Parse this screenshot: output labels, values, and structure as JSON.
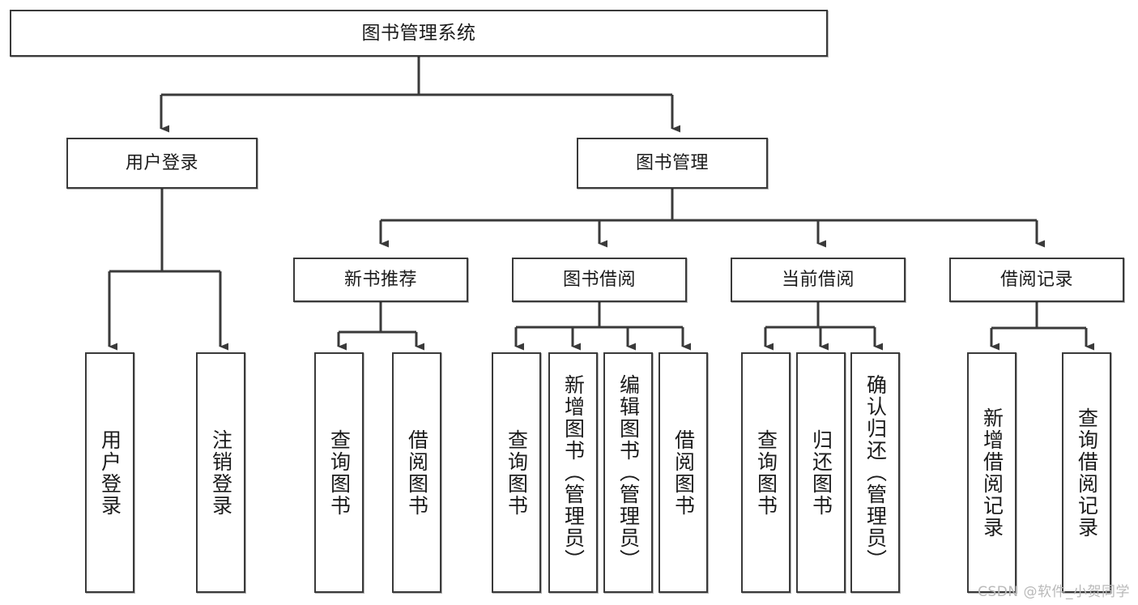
{
  "diagram": {
    "title": "图书管理系统",
    "type": "tree-hierarchy",
    "watermark": "CSDN @软件_小贺同学",
    "colors": {
      "background": "#ffffff",
      "node_fill": "#ffffff",
      "node_border": "#3a3a3a",
      "edge": "#3a3a3a",
      "text": "#1b1b1b",
      "watermark": "#b9b9b9"
    },
    "nodes": {
      "root": {
        "label": "图书管理系统"
      },
      "level2": [
        {
          "id": "user-login",
          "label": "用户登录"
        },
        {
          "id": "book-manage",
          "label": "图书管理"
        }
      ],
      "level3": [
        {
          "id": "new-book-recommend",
          "label": "新书推荐"
        },
        {
          "id": "book-borrow",
          "label": "图书借阅"
        },
        {
          "id": "current-borrow",
          "label": "当前借阅"
        },
        {
          "id": "borrow-record",
          "label": "借阅记录"
        }
      ],
      "leaves": [
        {
          "id": "leaf-user-login",
          "label": "用户登录",
          "parent": "user-login"
        },
        {
          "id": "leaf-logout",
          "label": "注销登录",
          "parent": "user-login"
        },
        {
          "id": "leaf-query-book-1",
          "label": "查询图书",
          "parent": "new-book-recommend"
        },
        {
          "id": "leaf-borrow-book-1",
          "label": "借阅图书",
          "parent": "new-book-recommend"
        },
        {
          "id": "leaf-query-book-2",
          "label": "查询图书",
          "parent": "book-borrow"
        },
        {
          "id": "leaf-add-book",
          "label": "新增图书（管理员）",
          "parent": "book-borrow"
        },
        {
          "id": "leaf-edit-book",
          "label": "编辑图书（管理员）",
          "parent": "book-borrow"
        },
        {
          "id": "leaf-borrow-book-2",
          "label": "借阅图书",
          "parent": "book-borrow"
        },
        {
          "id": "leaf-query-book-3",
          "label": "查询图书",
          "parent": "current-borrow"
        },
        {
          "id": "leaf-return-book",
          "label": "归还图书",
          "parent": "current-borrow"
        },
        {
          "id": "leaf-confirm-return",
          "label": "确认归还（管理员）",
          "parent": "current-borrow"
        },
        {
          "id": "leaf-add-record",
          "label": "新增借阅记录",
          "parent": "borrow-record"
        },
        {
          "id": "leaf-query-record",
          "label": "查询借阅记录",
          "parent": "borrow-record"
        }
      ]
    }
  }
}
